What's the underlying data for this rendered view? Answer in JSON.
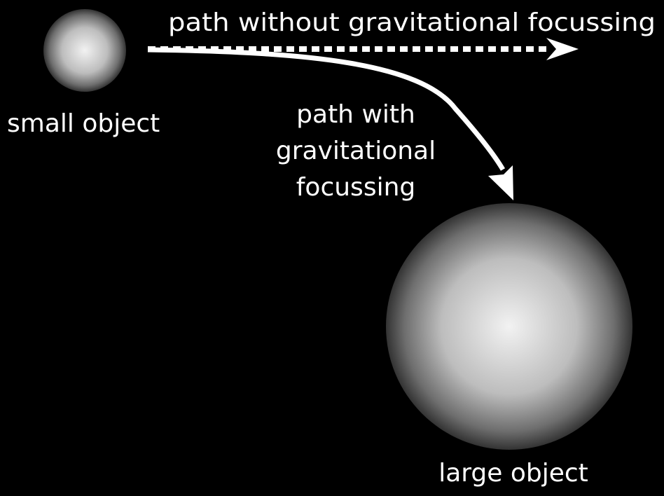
{
  "colors": {
    "background": "#000000",
    "foreground": "#ffffff",
    "sphere_light": "#f2f2f2",
    "sphere_dark": "#333333"
  },
  "labels": {
    "small_object": "small object",
    "large_object": "large object",
    "path_without": "path without gravitational focussing",
    "path_with_line1": "path with",
    "path_with_line2": "gravitational",
    "path_with_line3": "focussing"
  }
}
